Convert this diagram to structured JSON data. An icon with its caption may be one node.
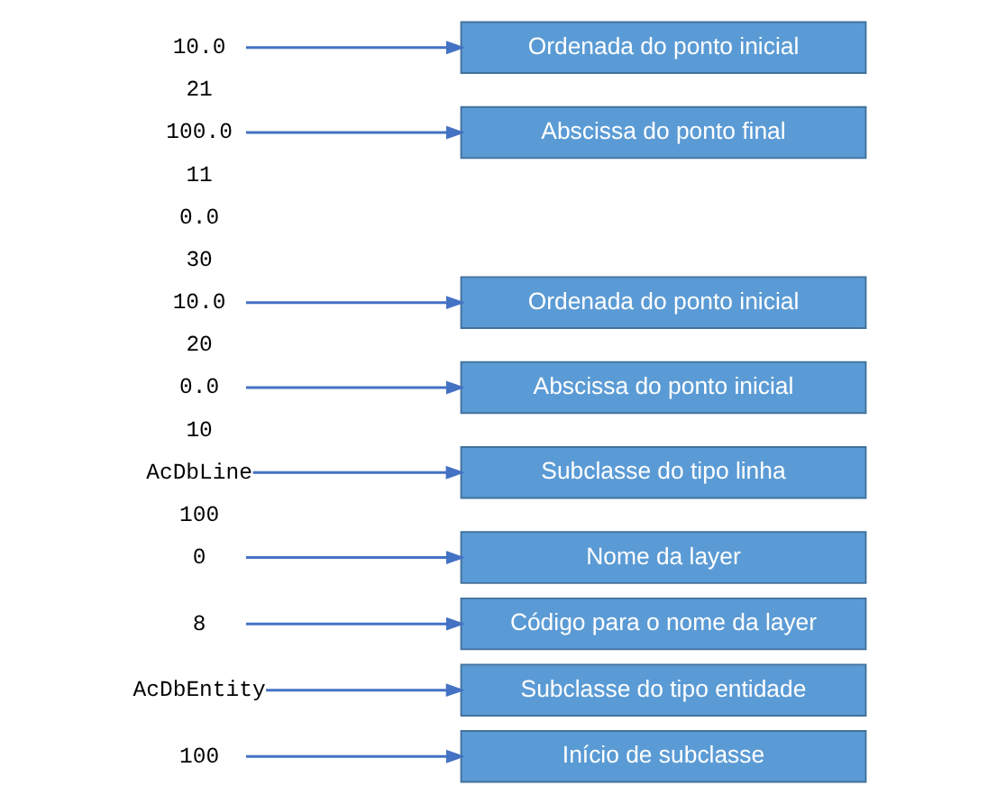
{
  "diagram": {
    "nodes": [
      {
        "text": [
          "100"
        ]
      },
      {
        "text": [
          "Início de subclasse"
        ]
      },
      {
        "text": [
          "AcDbEntity"
        ]
      },
      {
        "text": [
          "Subclasse do tipo entidade"
        ]
      },
      {
        "text": [
          "8"
        ]
      },
      {
        "text": [
          "Código para o nome da layer"
        ]
      },
      {
        "text": [
          "0"
        ]
      },
      {
        "text": [
          "Nome da layer"
        ]
      },
      {
        "text": [
          "AcDbLine"
        ]
      },
      {
        "text": [
          "Subclasse do tipo linha"
        ]
      },
      {
        "text": [
          "0.0"
        ]
      },
      {
        "text": [
          "Abscissa do ponto inicial"
        ]
      },
      {
        "text": [
          "10.0"
        ]
      },
      {
        "text": [
          "Ordenada do ponto inicial"
        ]
      },
      {
        "text": [
          "100.0"
        ]
      },
      {
        "text": [
          "Abscissa do ponto final"
        ]
      },
      {
        "text": [
          "10.0"
        ]
      },
      {
        "text": [
          "Ordenada do ponto inicial"
        ]
      }
    ],
    "edges": [
      {
        "from": 0,
        "to": 1,
        "arrow": "to"
      },
      {
        "from": 2,
        "to": 3,
        "arrow": "to"
      },
      {
        "from": 4,
        "to": 5,
        "arrow": "to"
      },
      {
        "from": 6,
        "to": 7,
        "arrow": "to"
      },
      {
        "from": 8,
        "to": 9,
        "arrow": "to"
      },
      {
        "from": 10,
        "to": 11,
        "arrow": "to"
      },
      {
        "from": 12,
        "to": 13,
        "arrow": "to"
      },
      {
        "from": 14,
        "to": 15,
        "arrow": "to"
      },
      {
        "from": 16,
        "to": 17,
        "arrow": "to"
      }
    ],
    "labels": [
      "100",
      "10",
      "20",
      "30",
      "0.0",
      "11",
      "21"
    ]
  }
}
